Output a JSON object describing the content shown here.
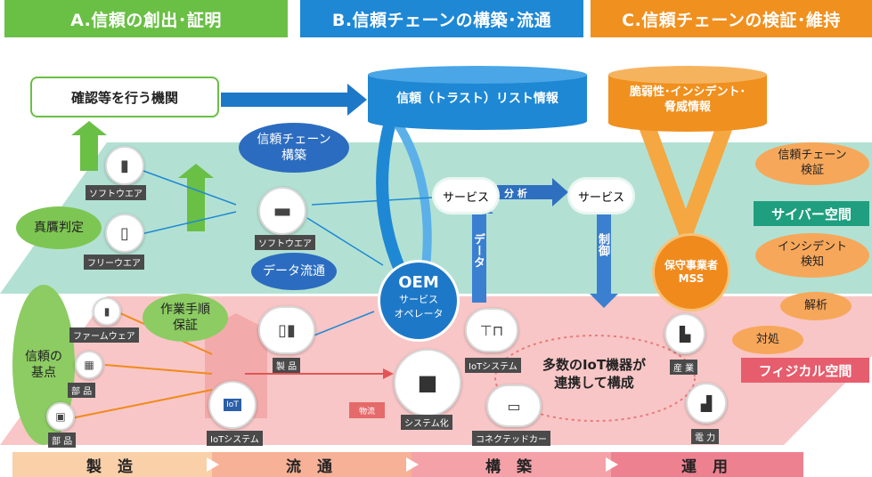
{
  "headers": {
    "a": "A.信頼の創出･証明",
    "b": "B.信頼チェーンの構築･流通",
    "c": "C.信頼チェーンの検証･維持"
  },
  "top": {
    "authority": "確認等を行う機関",
    "trust_db": "信頼（トラスト）リスト情報",
    "vuln_db_line1": "脆弱性･インシデント･",
    "vuln_db_line2": "脅威情報"
  },
  "cyber": {
    "trust_chain_build_line1": "信頼チェーン",
    "trust_chain_build_line2": "構築",
    "data_flow": "データ流通",
    "authenticity": "真贋判定",
    "software1": "ソフトウエア",
    "freeware": "フリーウエア",
    "software2": "ソフトウエア",
    "service1": "サービス",
    "analysis": "分 析",
    "service2": "サービス",
    "data_label": "データ",
    "control_label": "制御",
    "oem_title": "OEM",
    "oem_line1": "サービス",
    "oem_line2": "オペレータ",
    "mss_line1": "保守事業者",
    "mss_line2": "MSS",
    "trust_chain_verify_line1": "信頼チェーン",
    "trust_chain_verify_line2": "検証",
    "incident_line1": "インシデント",
    "incident_line2": "検知",
    "space_label": "サイバー空間"
  },
  "physical": {
    "work_proc_line1": "作業手順",
    "work_proc_line2": "保証",
    "trust_base_line1": "信頼の",
    "trust_base_line2": "基点",
    "firmware": "ファームウェア",
    "parts1": "部 品",
    "parts2": "部 品",
    "product": "製 品",
    "iot_system1": "IoTシステム",
    "iot_chip": "IoT",
    "logistics": "物流",
    "systemization": "システム化",
    "iot_system2": "IoTシステム",
    "connected_car": "コネクテッドカー",
    "many_iot_line1": "多数のIoT機器が",
    "many_iot_line2": "連携して構成",
    "industry": "産 業",
    "power": "電 力",
    "analysis": "解析",
    "response": "対処",
    "space_label": "フィジカル空間"
  },
  "phases": [
    "製 造",
    "流 通",
    "構 築",
    "運 用"
  ],
  "colors": {
    "green": "#6abf45",
    "blue": "#1e88d4",
    "orange": "#f0901e",
    "cyber": "#9fd9c8",
    "physical": "#f6b8b8"
  }
}
